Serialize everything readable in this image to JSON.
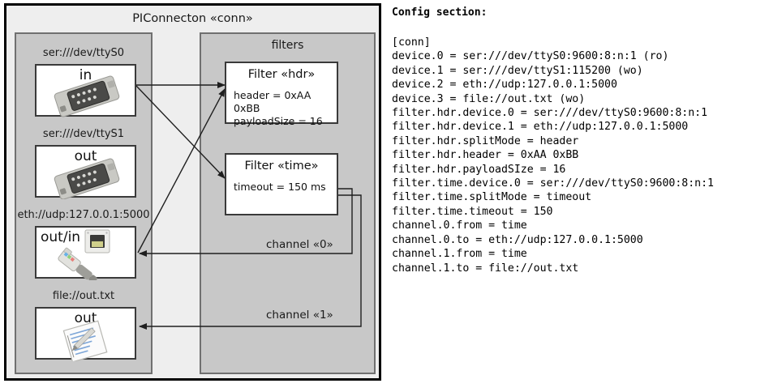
{
  "diagram": {
    "title": "PIConnecton «conn»",
    "devices_panel": {
      "groups": [
        {
          "label": "ser:///dev/ttyS0",
          "io": "in",
          "icon": "serial-port-icon"
        },
        {
          "label": "ser:///dev/ttyS1",
          "io": "out",
          "icon": "serial-port-icon"
        },
        {
          "label": "eth://udp:127.0.0.1:5000",
          "io": "out/in",
          "icon": "ethernet-plug-icon"
        },
        {
          "label": "file://out.txt",
          "io": "out",
          "icon": "text-file-icon"
        }
      ]
    },
    "filters_panel": {
      "title": "filters",
      "filters": [
        {
          "title": "Filter «hdr»",
          "props": [
            "header = 0xAA 0xBB",
            "payloadSize = 16"
          ]
        },
        {
          "title": "Filter «time»",
          "props": [
            "timeout = 150 ms"
          ]
        }
      ],
      "channels": [
        {
          "label": "channel «0»"
        },
        {
          "label": "channel «1»"
        }
      ]
    }
  },
  "config": {
    "heading": "Config section:",
    "lines": [
      "[conn]",
      "device.0 = ser:///dev/ttyS0:9600:8:n:1 (ro)",
      "device.1 = ser:///dev/ttyS1:115200 (wo)",
      "device.2 = eth://udp:127.0.0.1:5000",
      "device.3 = file://out.txt (wo)",
      "filter.hdr.device.0 = ser:///dev/ttyS0:9600:8:n:1",
      "filter.hdr.device.1 = eth://udp:127.0.0.1:5000",
      "filter.hdr.splitMode = header",
      "filter.hdr.header = 0xAA 0xBB",
      "filter.hdr.payloadSIze = 16",
      "filter.time.device.0 = ser:///dev/ttyS0:9600:8:n:1",
      "filter.time.splitMode = timeout",
      "filter.time.timeout = 150",
      "channel.0.from = time",
      "channel.0.to = eth://udp:127.0.0.1:5000",
      "channel.1.from = time",
      "channel.1.to = file://out.txt"
    ]
  },
  "colors": {
    "page_bg": "#ffffff",
    "frame_bg": "#eeeeee",
    "panel_bg": "#c8c8c8",
    "box_bg": "#ffffff",
    "line": "#333333"
  }
}
